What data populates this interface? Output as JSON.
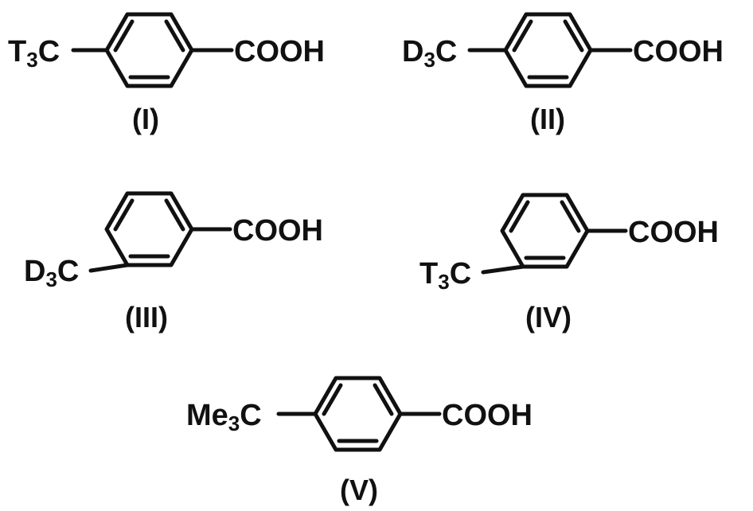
{
  "molecules": [
    {
      "left": {
        "main": "T",
        "sub": "3",
        "tail": "C"
      },
      "right": "COOH",
      "caption": "(I)"
    },
    {
      "left": {
        "main": "D",
        "sub": "3",
        "tail": "C"
      },
      "right": "COOH",
      "caption": "(II)"
    },
    {
      "left": {
        "main": "D",
        "sub": "3",
        "tail": "C"
      },
      "right": "COOH",
      "caption": "(III)"
    },
    {
      "left": {
        "main": "T",
        "sub": "3",
        "tail": "C"
      },
      "right": "COOH",
      "caption": "(IV)"
    },
    {
      "left": {
        "main": "Me",
        "sub": "3",
        "tail": "C"
      },
      "right": "COOH",
      "caption": "(V)"
    }
  ]
}
